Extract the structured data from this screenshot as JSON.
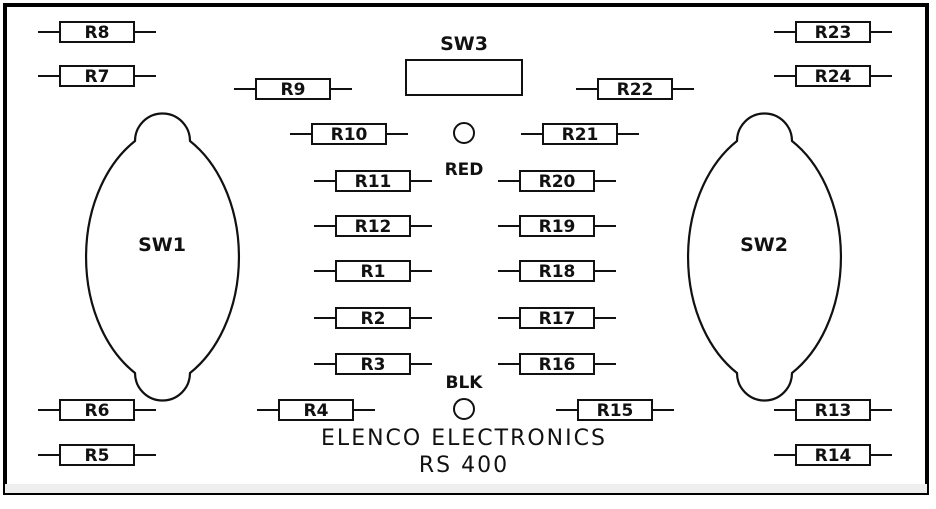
{
  "title": "ELENCO ELECTRONICS",
  "model": "RS 400",
  "switches": {
    "sw1": "SW1",
    "sw2": "SW2",
    "sw3": "SW3"
  },
  "leds": {
    "red": "RED",
    "blk": "BLK"
  },
  "resistors": [
    {
      "id": "r8",
      "label": "R8"
    },
    {
      "id": "r7",
      "label": "R7"
    },
    {
      "id": "r6",
      "label": "R6"
    },
    {
      "id": "r5",
      "label": "R5"
    },
    {
      "id": "r9",
      "label": "R9"
    },
    {
      "id": "r10",
      "label": "R10"
    },
    {
      "id": "r11",
      "label": "R11"
    },
    {
      "id": "r12",
      "label": "R12"
    },
    {
      "id": "r1",
      "label": "R1"
    },
    {
      "id": "r2",
      "label": "R2"
    },
    {
      "id": "r3",
      "label": "R3"
    },
    {
      "id": "r4",
      "label": "R4"
    },
    {
      "id": "r21",
      "label": "R21"
    },
    {
      "id": "r20",
      "label": "R20"
    },
    {
      "id": "r19",
      "label": "R19"
    },
    {
      "id": "r18",
      "label": "R18"
    },
    {
      "id": "r17",
      "label": "R17"
    },
    {
      "id": "r16",
      "label": "R16"
    },
    {
      "id": "r15",
      "label": "R15"
    },
    {
      "id": "r22",
      "label": "R22"
    },
    {
      "id": "r23",
      "label": "R23"
    },
    {
      "id": "r24",
      "label": "R24"
    },
    {
      "id": "r13",
      "label": "R13"
    },
    {
      "id": "r14",
      "label": "R14"
    }
  ]
}
